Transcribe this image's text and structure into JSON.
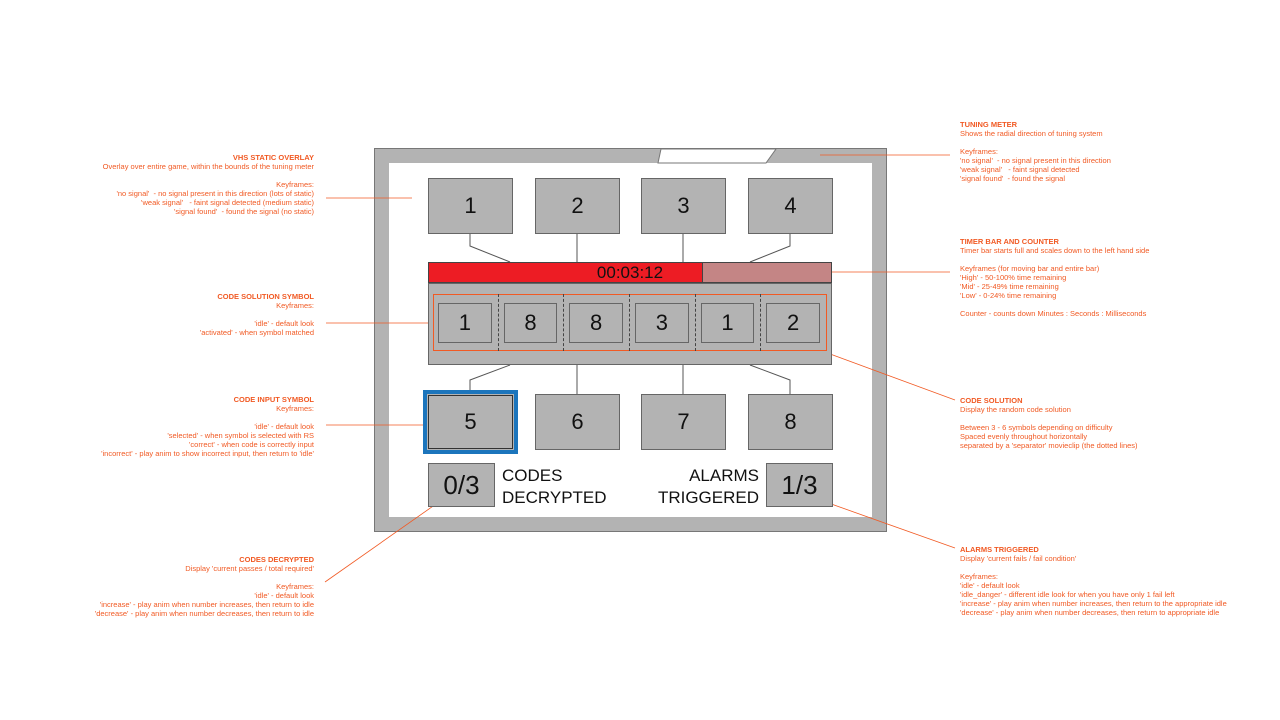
{
  "tuning_symbols": [
    "1",
    "2",
    "3",
    "4"
  ],
  "timer": {
    "value": "00:03:12",
    "fill_fraction": 0.68,
    "fill_color": "#ed1c24",
    "empty_color": "#c48585"
  },
  "code_solution": [
    "1",
    "8",
    "8",
    "3",
    "1",
    "2"
  ],
  "input_symbols": [
    "5",
    "6",
    "7",
    "8"
  ],
  "selected_input_index": 0,
  "codes_decrypted": {
    "value": "0/3",
    "label_line1": "CODES",
    "label_line2": "DECRYPTED"
  },
  "alarms_triggered": {
    "value": "1/3",
    "label_line1": "ALARMS",
    "label_line2": "TRIGGERED"
  },
  "colors": {
    "annotation": "#f15a24",
    "selected": "#1c75bc",
    "panel": "#b3b3b3"
  },
  "notes": {
    "vhs": {
      "title": "VHS STATIC OVERLAY",
      "lines": [
        "Overlay over entire game, within the bounds of the tuning meter",
        "",
        "Keyframes:",
        "'no signal'  - no signal present in this direction (lots of static)",
        "'weak signal'   - faint signal detected (medium static)",
        "'signal found'  - found the signal (no static)"
      ]
    },
    "tuning": {
      "title": "TUNING METER",
      "lines": [
        "Shows the radial direction of tuning system",
        "",
        "Keyframes:",
        "'no signal'  - no signal present in this direction",
        "'weak signal'   - faint signal detected",
        "'signal found'  - found the signal"
      ]
    },
    "timer": {
      "title": "TIMER BAR AND COUNTER",
      "lines": [
        "Timer bar starts full and scales down to the left hand side",
        "",
        "Keyframes (for moving bar and entire bar)",
        "'High' - 50-100% time remaining",
        "'Mid' - 25-49% time remaining",
        "'Low' - 0-24% time remaining",
        "",
        "Counter - counts down Minutes : Seconds : Milliseconds"
      ]
    },
    "code_symbol": {
      "title": "CODE SOLUTION SYMBOL",
      "lines": [
        "Keyframes:",
        "",
        "'idle' - default look",
        "'activated' - when symbol matched"
      ]
    },
    "code_input": {
      "title": "CODE INPUT SYMBOL",
      "lines": [
        "Keyframes:",
        "",
        "'idle' - default look",
        "'selected' - when symbol is selected with RS",
        "'correct' - when code is correctly input",
        "'incorrect' - play anim to show incorrect input, then return to 'idle'"
      ]
    },
    "code_solution": {
      "title": "CODE SOLUTION",
      "lines": [
        "Display the random code solution",
        "",
        "Between 3 - 6 symbols depending on difficulty",
        "Spaced evenly throughout horizontally",
        "separated by a 'separator' movieclip (the dotted lines)"
      ]
    },
    "codes_decrypted": {
      "title": "CODES DECRYPTED",
      "lines": [
        "Display 'current passes / total required'",
        "",
        "Keyframes:",
        "'idle' - default look",
        "'increase' - play anim when number increases, then return to idle",
        "'decrease' - play anim when number decreases, then return to idle"
      ]
    },
    "alarms": {
      "title": "ALARMS TRIGGERED",
      "lines": [
        "Display 'current fails / fail condition'",
        "",
        "Keyframes:",
        "'idle' - default look",
        "'idle_danger' - different idle look for when you have only 1 fail left",
        "'increase' - play anim when number increases, then return to the appropriate idle",
        "'decrease' - play anim when number decreases, then return to appropriate idle"
      ]
    }
  }
}
